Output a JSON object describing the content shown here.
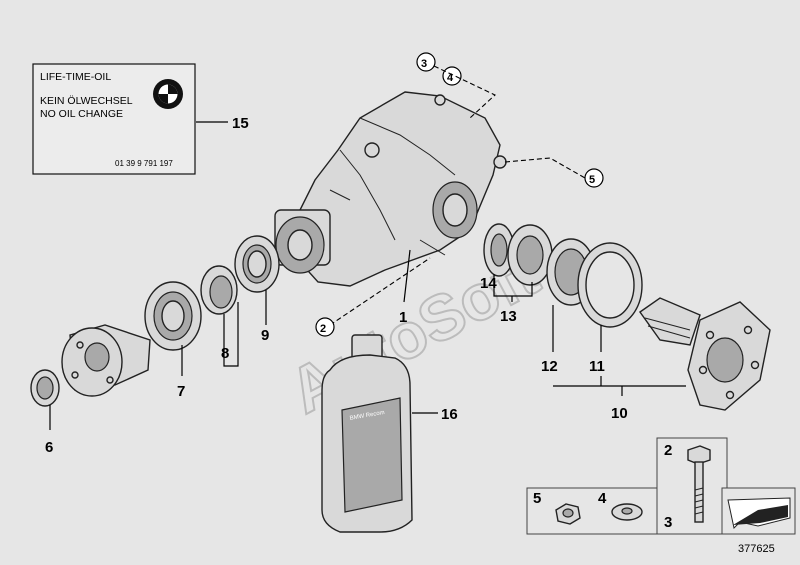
{
  "label_card": {
    "line1": "LIFE-TIME-OIL",
    "line2": "KEIN ÖLWECHSEL",
    "line3": "NO OIL CHANGE",
    "code": "01 39 9 791 197"
  },
  "callouts": {
    "c1": "1",
    "c2": "2",
    "c3": "3",
    "c4": "4",
    "c5": "5",
    "c6": "6",
    "c7": "7",
    "c8": "8",
    "c9": "9",
    "c10": "10",
    "c11": "11",
    "c12": "12",
    "c13": "13",
    "c14": "14",
    "c15": "15",
    "c16": "16"
  },
  "hardware_box": {
    "n2": "2",
    "n3": "3",
    "n4": "4",
    "n5": "5"
  },
  "diagram_id": "377625",
  "watermark": "AutoSoft",
  "oil_bottle_text": "BMW Recom",
  "colors": {
    "background": "#e6e6e6",
    "ink": "#000000",
    "part_fill": "#d9d9d9"
  }
}
